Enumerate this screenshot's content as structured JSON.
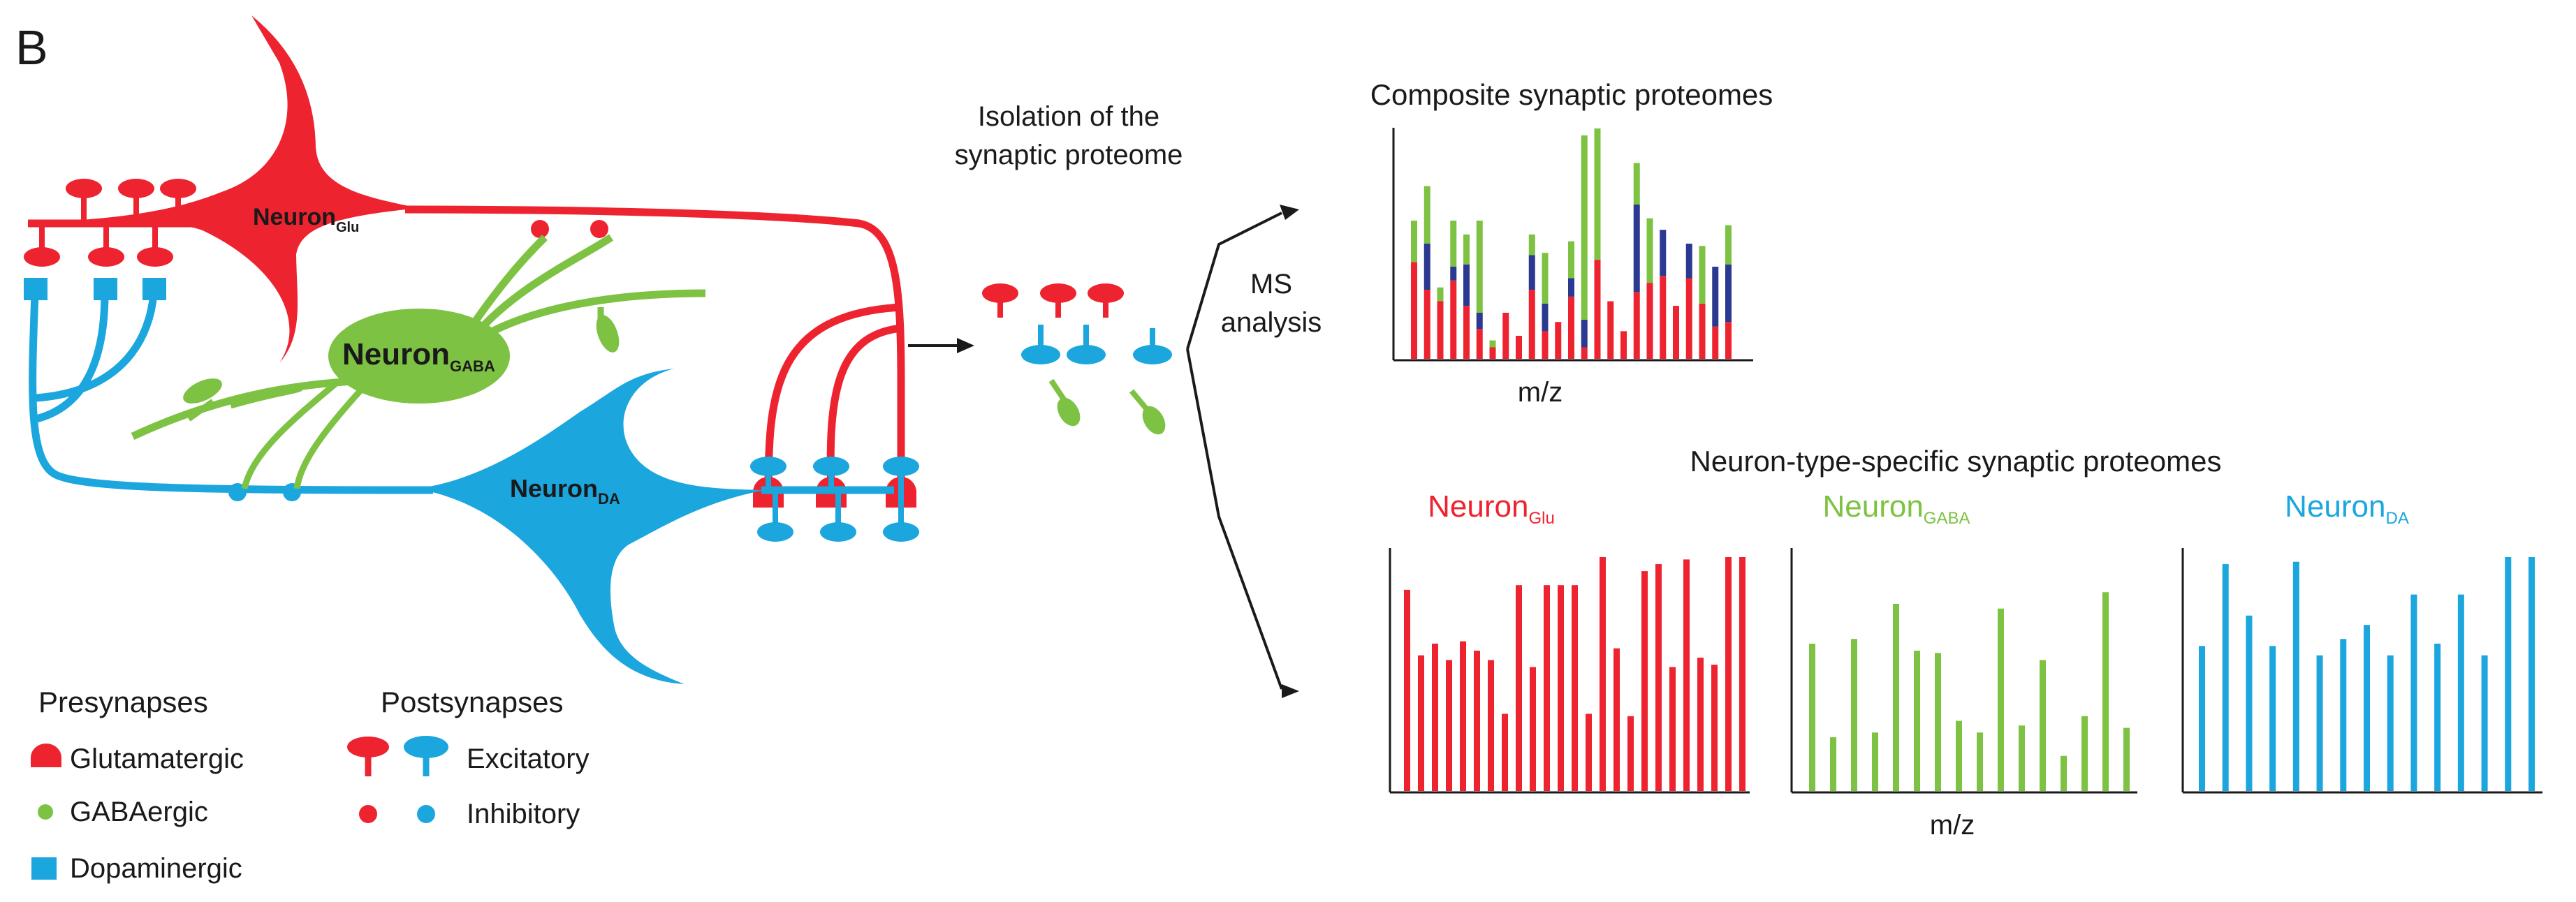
{
  "panel_letter": "B",
  "neurons": {
    "glu": {
      "name": "Neuron",
      "sub": "Glu"
    },
    "gaba": {
      "name": "Neuron",
      "sub": "GABA"
    },
    "da": {
      "name": "Neuron",
      "sub": "DA"
    }
  },
  "colors": {
    "glu": "#ee2330",
    "gaba": "#7dc242",
    "da": "#1ba6de",
    "navy": "#2b3990",
    "ink": "#1a1a1a"
  },
  "steps": {
    "isolation_line1": "Isolation of the",
    "isolation_line2": "synaptic proteome",
    "ms_line1": "MS",
    "ms_line2": "analysis"
  },
  "composite": {
    "title": "Composite synaptic proteomes",
    "xlabel": "m/z"
  },
  "specific": {
    "title": "Neuron-type-specific synaptic proteomes",
    "xlabel": "m/z"
  },
  "legend": {
    "presynapses_title": "Presynapses",
    "glutamatergic": "Glutamatergic",
    "gabaergic": "GABAergic",
    "dopaminergic": "Dopaminergic",
    "postsynapses_title": "Postsynapses",
    "excitatory": "Excitatory",
    "inhibitory": "Inhibitory"
  },
  "chart_data": [
    {
      "type": "bar",
      "title": "Composite synaptic proteomes",
      "xlabel": "m/z",
      "stacked": true,
      "series_colors": [
        "#ee2330",
        "#2b3990",
        "#7dc242"
      ],
      "values": [
        [
          0.42,
          0,
          0.18
        ],
        [
          0.3,
          0.2,
          0.25
        ],
        [
          0.25,
          0,
          0.06
        ],
        [
          0.34,
          0.06,
          0.2
        ],
        [
          0.23,
          0.18,
          0.13
        ],
        [
          0.13,
          0.07,
          0.4
        ],
        [
          0.05,
          0,
          0.03
        ],
        [
          0.2,
          0,
          0
        ],
        [
          0.1,
          0,
          0
        ],
        [
          0.3,
          0.15,
          0.09
        ],
        [
          0.12,
          0.12,
          0.22
        ],
        [
          0.16,
          0,
          0
        ],
        [
          0.27,
          0.08,
          0.16
        ],
        [
          0.05,
          0.12,
          0.8
        ],
        [
          0.43,
          0,
          0.57
        ],
        [
          0.25,
          0,
          0
        ],
        [
          0.12,
          0,
          0
        ],
        [
          0.29,
          0.38,
          0.18
        ],
        [
          0.33,
          0,
          0.28
        ],
        [
          0.36,
          0.2,
          0
        ],
        [
          0.23,
          0,
          0
        ],
        [
          0.35,
          0.15,
          0
        ],
        [
          0.24,
          0,
          0.25
        ],
        [
          0.14,
          0.26,
          0
        ],
        [
          0.16,
          0.25,
          0.17
        ]
      ]
    },
    {
      "type": "bar",
      "title": "Neuron",
      "subscript": "Glu",
      "color": "#ee2330",
      "values": [
        0.86,
        0.58,
        0.63,
        0.56,
        0.64,
        0.6,
        0.56,
        0.33,
        0.88,
        0.53,
        0.88,
        0.88,
        0.88,
        0.33,
        1.0,
        0.61,
        0.32,
        0.94,
        0.97,
        0.53,
        0.99,
        0.57,
        0.54,
        1.0,
        1.0
      ]
    },
    {
      "type": "bar",
      "title": "Neuron",
      "subscript": "GABA",
      "color": "#7dc242",
      "values": [
        0.63,
        0.23,
        0.65,
        0.25,
        0.8,
        0.6,
        0.59,
        0.3,
        0.25,
        0.78,
        0.28,
        0.56,
        0.15,
        0.32,
        0.85,
        0.27
      ]
    },
    {
      "type": "bar",
      "title": "Neuron",
      "subscript": "DA",
      "color": "#1ba6de",
      "values": [
        0.62,
        0.97,
        0.75,
        0.62,
        0.98,
        0.58,
        0.65,
        0.71,
        0.58,
        0.84,
        0.63,
        0.84,
        0.58,
        1.0,
        1.0
      ]
    }
  ]
}
